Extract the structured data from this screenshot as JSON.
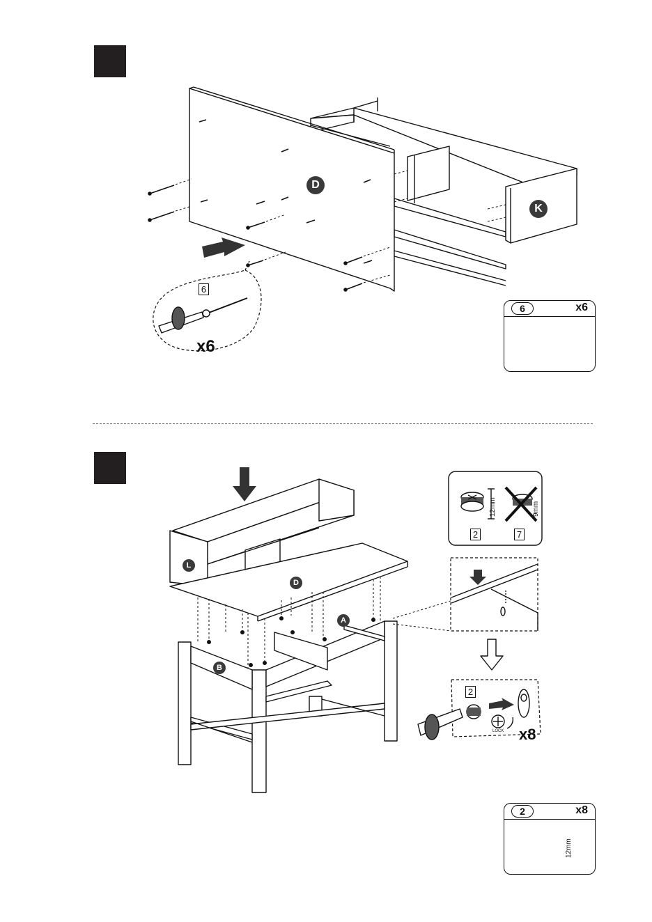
{
  "step1": {
    "panel_d_label": "D",
    "panel_k_label": "K",
    "detail_part_number": "6",
    "detail_quantity": "x6",
    "legend": {
      "part_number": "6",
      "quantity": "x6"
    }
  },
  "step2": {
    "panel_l_label": "L",
    "panel_d_label": "D",
    "panel_a_label": "A",
    "panel_b_label": "B",
    "check_panel": {
      "ok_dimension": "12mm",
      "ok_part": "2",
      "bad_dimension": "9mm",
      "bad_part": "7"
    },
    "cam_detail": {
      "part_number": "2",
      "lock_text": "LOCK",
      "quantity": "x8"
    },
    "legend": {
      "part_number": "2",
      "quantity": "x8",
      "dimension": "12mm"
    }
  }
}
